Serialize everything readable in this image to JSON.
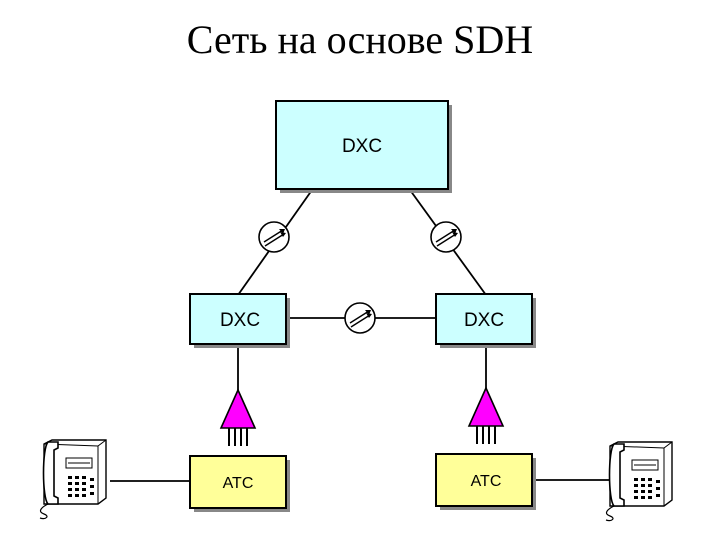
{
  "title": "Сеть на основе SDH",
  "nodes": {
    "dxc_top": {
      "label": "DXC"
    },
    "dxc_left": {
      "label": "DXC"
    },
    "dxc_right": {
      "label": "DXC"
    },
    "atc_left": {
      "label": "АТС"
    },
    "atc_right": {
      "label": "АТС"
    }
  },
  "icons": {
    "regenerator": "regenerator-icon",
    "multiplexer": "multiplexer-icon",
    "telephone": "telephone-icon"
  },
  "colors": {
    "dxc_fill": "#ccffff",
    "atc_fill": "#ffff99",
    "multiplexer_fill": "#ff00ff",
    "line": "#000000",
    "shadow": "#888888"
  }
}
